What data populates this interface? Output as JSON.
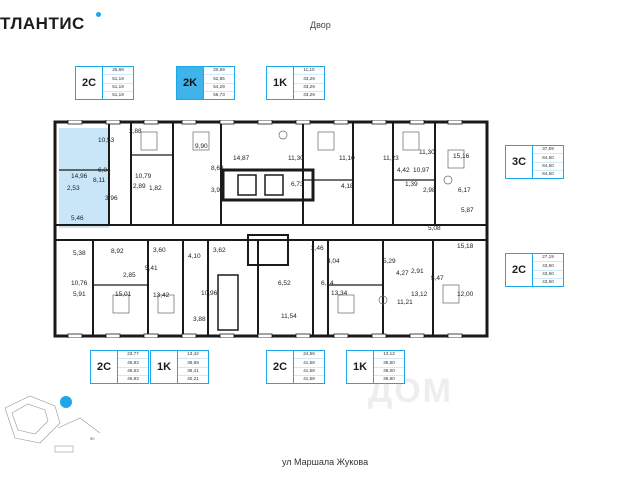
{
  "header": {
    "logo_text": "ТЛАНТИС",
    "street_top": "Двор",
    "street_bottom": "ул Маршала Жукова"
  },
  "watermark": "ДОМ",
  "colors": {
    "accent": "#1aa9e6",
    "highlight": "#3fb3ea",
    "highlight_area": "#c8e6f8",
    "wall": "#1a1a1a"
  },
  "badges": [
    {
      "id": "top-1",
      "code": "2C",
      "areas": [
        "25,69",
        "51,19",
        "51,19",
        "51,19"
      ],
      "active": false
    },
    {
      "id": "top-2",
      "code": "2K",
      "areas": [
        "20,69",
        "52,85",
        "54,29",
        "56,73"
      ],
      "active": true
    },
    {
      "id": "top-3",
      "code": "1K",
      "areas": [
        "11,10",
        "33,29",
        "33,29",
        "33,29"
      ],
      "active": false
    },
    {
      "id": "right-1",
      "code": "3C",
      "areas": [
        "37,69",
        "64,60",
        "64,60",
        "64,60"
      ],
      "active": false
    },
    {
      "id": "right-2",
      "code": "2C",
      "areas": [
        "27,19",
        "43,60",
        "43,60",
        "43,60"
      ],
      "active": false
    },
    {
      "id": "bottom-1",
      "code": "2C",
      "areas": [
        "23,77",
        "46,83",
        "46,63",
        "46,83"
      ],
      "active": false
    },
    {
      "id": "bottom-2",
      "code": "1K",
      "areas": [
        "13,42",
        "36,69",
        "36,41",
        "40,21"
      ],
      "active": false
    },
    {
      "id": "bottom-3",
      "code": "2C",
      "areas": [
        "24,56",
        "41,58",
        "41,58",
        "41,58"
      ],
      "active": false
    },
    {
      "id": "bottom-4",
      "code": "1K",
      "areas": [
        "13,12",
        "36,50",
        "36,00",
        "36,80"
      ],
      "active": false
    }
  ],
  "rooms": [
    {
      "label": "10,53"
    },
    {
      "label": "6,04"
    },
    {
      "label": "14,96"
    },
    {
      "label": "2,53"
    },
    {
      "label": "8,11"
    },
    {
      "label": "3,96"
    },
    {
      "label": "5,46"
    },
    {
      "label": "2,88"
    },
    {
      "label": "10,79"
    },
    {
      "label": "2,89"
    },
    {
      "label": "1,82"
    },
    {
      "label": "9,90"
    },
    {
      "label": "8,68"
    },
    {
      "label": "3,93"
    },
    {
      "label": "14,87"
    },
    {
      "label": "11,30"
    },
    {
      "label": "6,73"
    },
    {
      "label": "11,10"
    },
    {
      "label": "4,18"
    },
    {
      "label": "11,23"
    },
    {
      "label": "4,42"
    },
    {
      "label": "1,39"
    },
    {
      "label": "11,30"
    },
    {
      "label": "10,97"
    },
    {
      "label": "2,98"
    },
    {
      "label": "15,16"
    },
    {
      "label": "6,17"
    },
    {
      "label": "5,87"
    },
    {
      "label": "5,38"
    },
    {
      "label": "8,92"
    },
    {
      "label": "3,60"
    },
    {
      "label": "4,10"
    },
    {
      "label": "3,62"
    },
    {
      "label": "2,85"
    },
    {
      "label": "5,41"
    },
    {
      "label": "5,91"
    },
    {
      "label": "10,76"
    },
    {
      "label": "15,01"
    },
    {
      "label": "13,42"
    },
    {
      "label": "10,96"
    },
    {
      "label": "3,88"
    },
    {
      "label": "6,52"
    },
    {
      "label": "2,46"
    },
    {
      "label": "6,14"
    },
    {
      "label": "4,04"
    },
    {
      "label": "5,29"
    },
    {
      "label": "4,27"
    },
    {
      "label": "2,91"
    },
    {
      "label": "5,47"
    },
    {
      "label": "5,08"
    },
    {
      "label": "15,18"
    },
    {
      "label": "13,34"
    },
    {
      "label": "11,54"
    },
    {
      "label": "11,21"
    },
    {
      "label": "13,12"
    },
    {
      "label": "12,00"
    }
  ],
  "minimap": {
    "scale_label": "90"
  }
}
